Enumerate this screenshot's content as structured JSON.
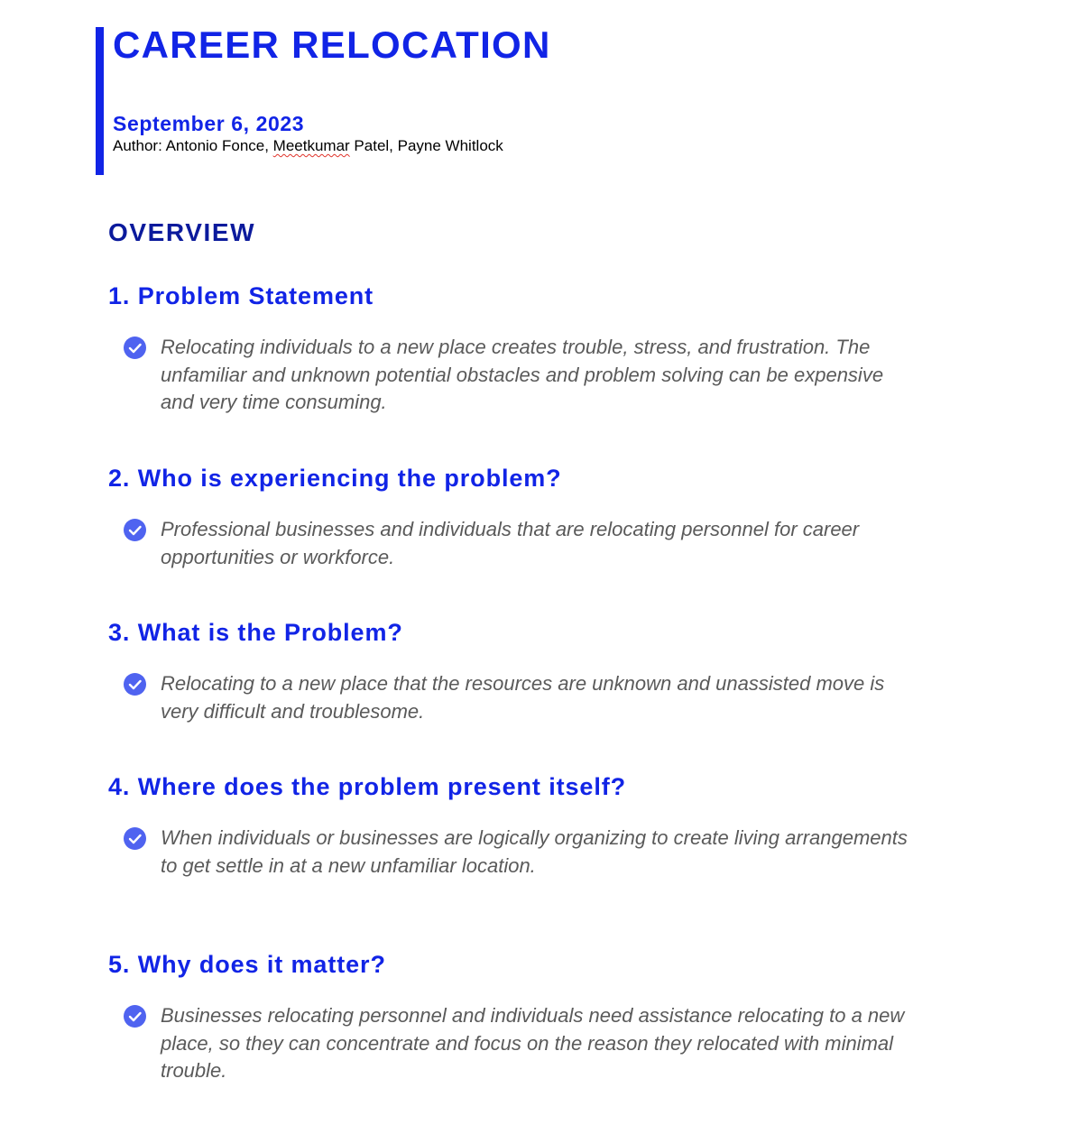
{
  "header": {
    "title": "CAREER RELOCATION",
    "date": "September 6, 2023",
    "author_prefix": "Author: Antonio Fonce, ",
    "author_flagged": "Meetkumar",
    "author_suffix": " Patel, Payne Whitlock"
  },
  "overview_heading": "OVERVIEW",
  "colors": {
    "accent": "#1124e6",
    "overview": "#0b1a9c",
    "check": "#4f63f0",
    "body_text": "#5a5a5a"
  },
  "sections": [
    {
      "heading": "1. Problem Statement",
      "bullet": "Relocating individuals to a new place creates trouble, stress, and frustration. The unfamiliar and unknown potential obstacles and problem solving can be expensive and very time consuming.",
      "icon": "check-circle-icon"
    },
    {
      "heading": "2. Who is experiencing the problem?",
      "bullet": "Professional businesses and individuals that are relocating personnel for career opportunities or workforce.",
      "icon": "check-circle-icon"
    },
    {
      "heading": "3. What is the Problem?",
      "bullet": "Relocating to a new place that the resources are unknown and unassisted move is very difficult and troublesome.",
      "icon": "check-circle-icon"
    },
    {
      "heading": "4. Where does the problem present itself?",
      "bullet": "When individuals or businesses are logically organizing to create living arrangements to get settle in at a new unfamiliar location.",
      "icon": "check-circle-icon"
    },
    {
      "heading": "5. Why does it matter?",
      "bullet": "Businesses relocating personnel and individuals need assistance relocating to a new place, so they can concentrate and focus on the reason they relocated with minimal trouble.",
      "icon": "check-circle-icon"
    }
  ]
}
